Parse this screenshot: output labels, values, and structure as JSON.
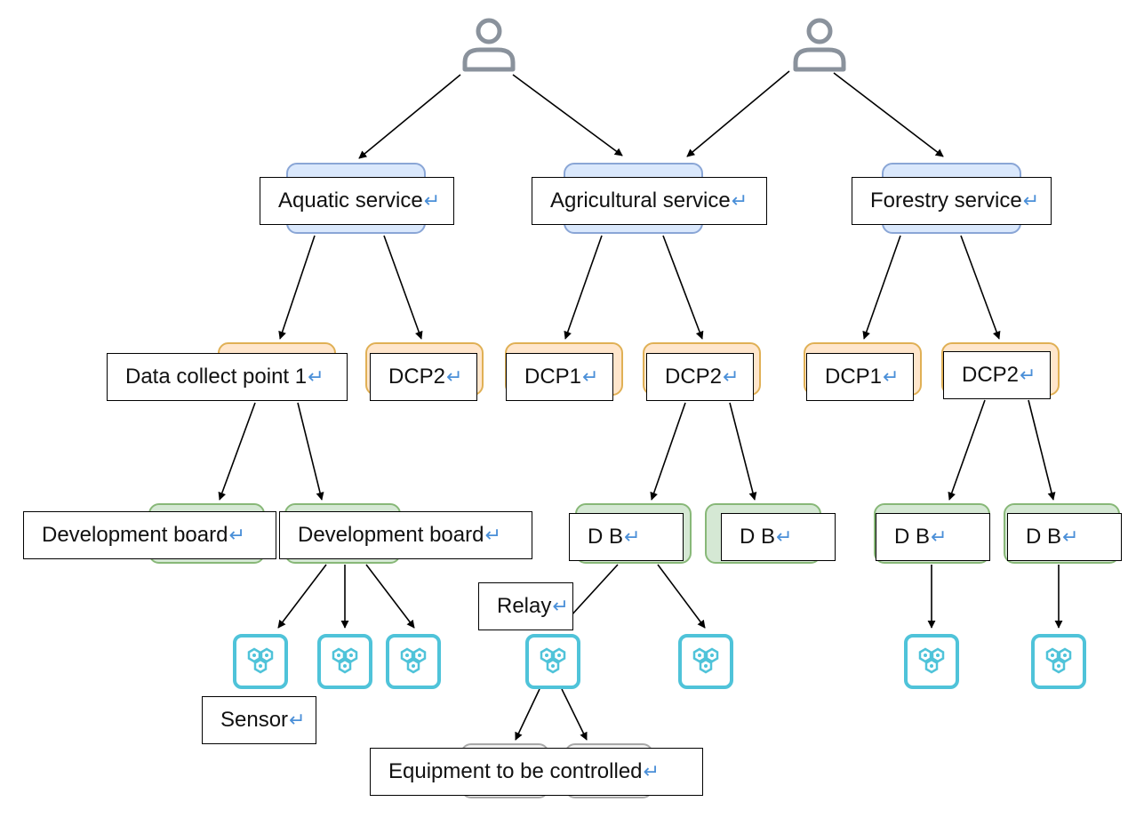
{
  "labels": {
    "aquatic": "Aquatic service",
    "agricultural": "Agricultural service",
    "forestry": "Forestry service",
    "dcp_aq1": "Data collect point 1",
    "dcp_aq2": "DCP2",
    "dcp_ag1": "DCP1",
    "dcp_ag2": "DCP2",
    "dcp_fo1": "DCP1",
    "dcp_fo2": "DCP2",
    "dev1": "Development board",
    "dev2": "Development board",
    "db_ag1": "D B",
    "db_ag2": "D B",
    "db_fo1": "D B",
    "db_fo2": "D B",
    "relay": "Relay",
    "sensor": "Sensor",
    "equipment": "Equipment to be controlled",
    "return_mark": "↵"
  },
  "icons": {
    "user": "user-icon",
    "node": "sensor-node-icon"
  },
  "colors": {
    "service_fill": "#dae8fc",
    "dcp_fill": "#ffe6cc",
    "board_fill": "#d5e8d4",
    "device_fill": "#f2f2f2",
    "node_stroke": "#4fc3d9",
    "user_stroke": "#8a929c",
    "edit_mark": "#4a8fd8"
  }
}
